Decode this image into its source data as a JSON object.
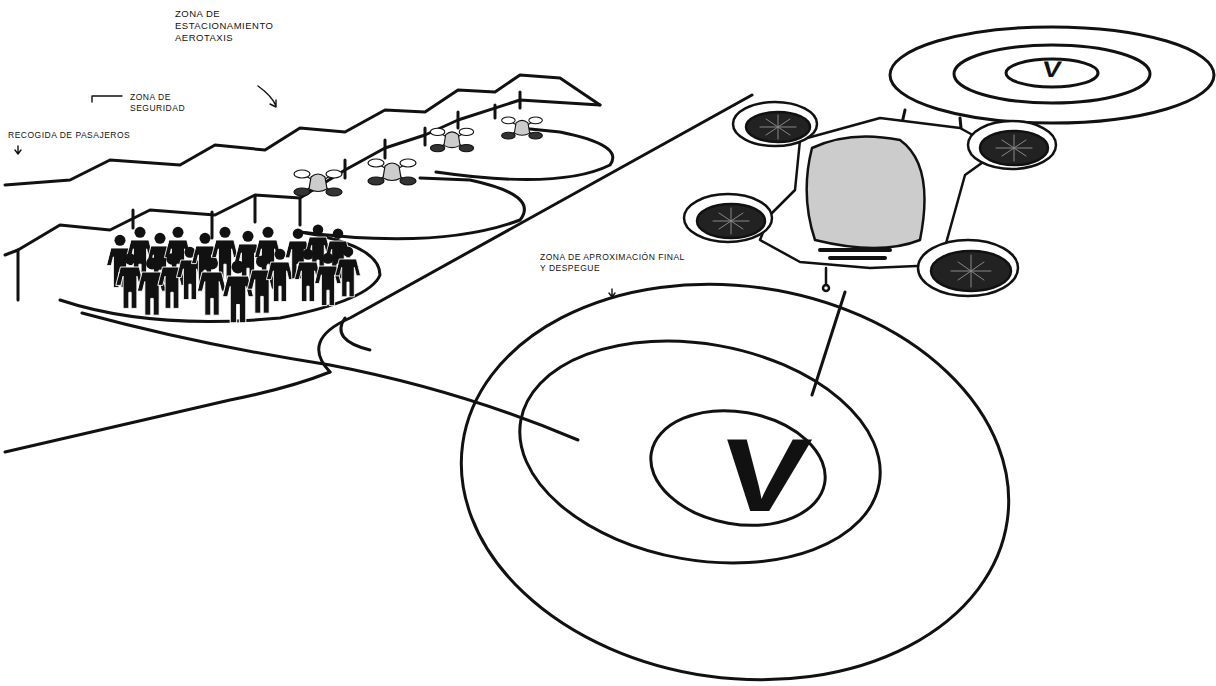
{
  "diagram": {
    "labels": [
      "ZONA DE ESTACIONAMIENTO AEROTAXIS",
      "ZONA DE SEGURIDAD",
      "RECOGIDA DE PASAJEROS",
      "ZONA DE APROXIMACIÓN FINAL Y DESPEGUE",
      "V",
      "V"
    ]
  }
}
